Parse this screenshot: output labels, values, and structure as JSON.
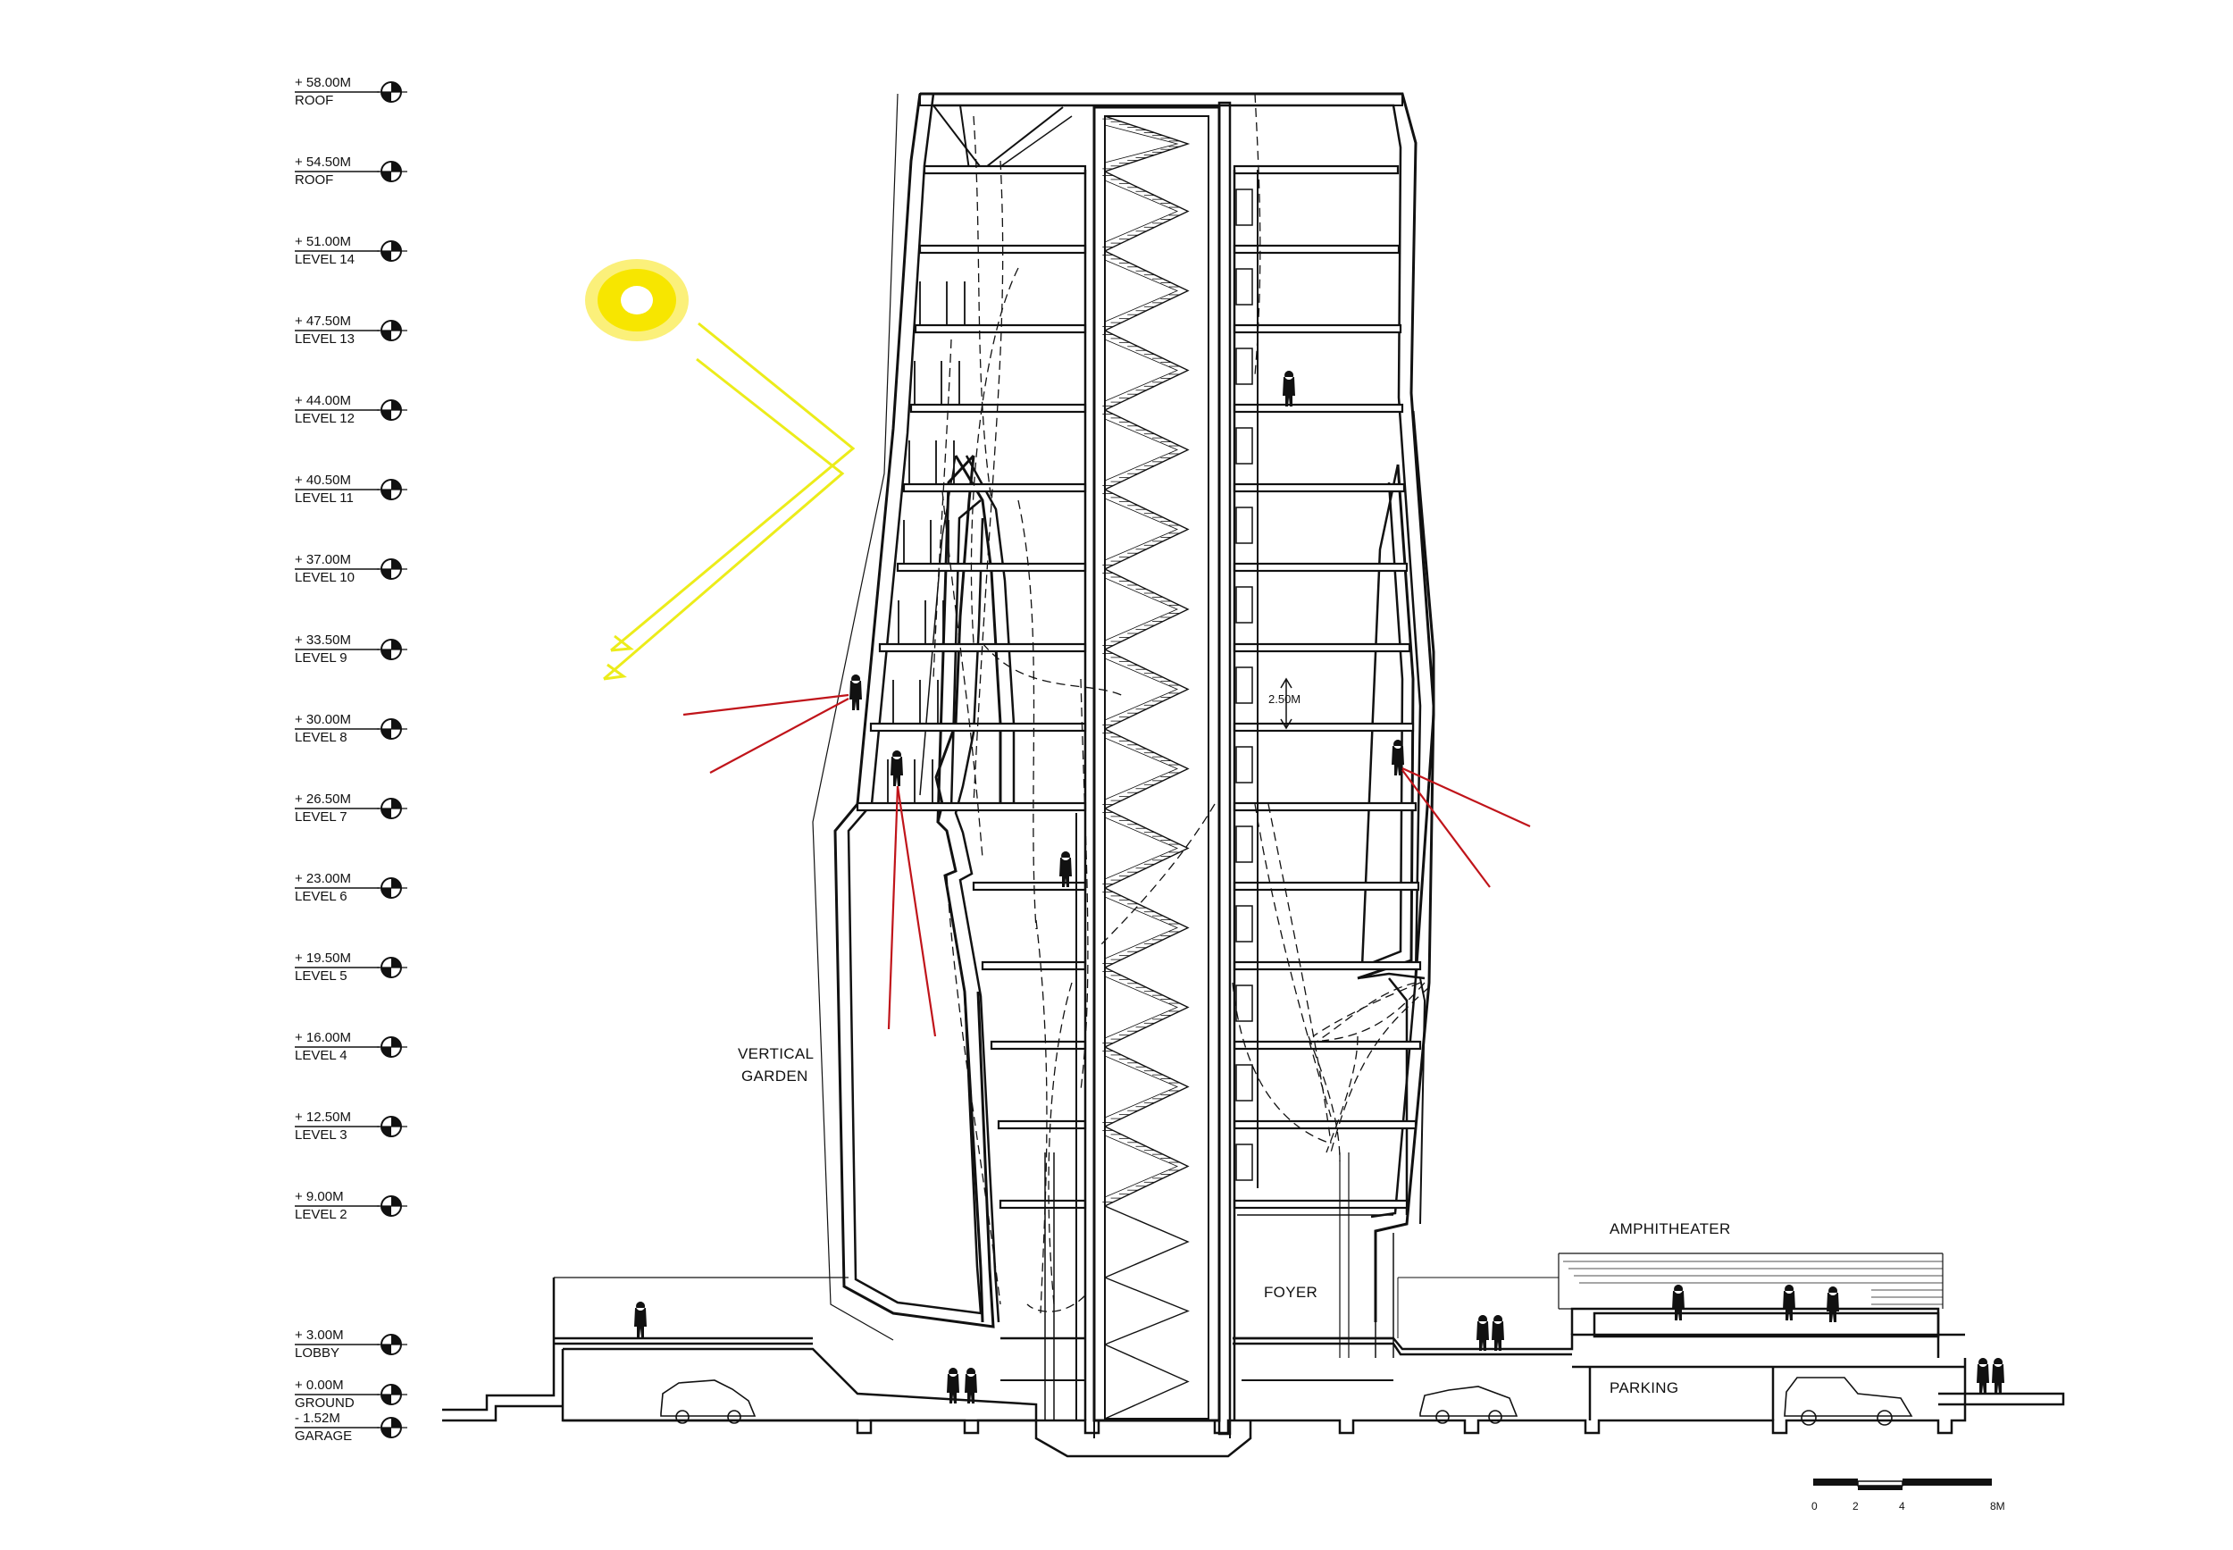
{
  "levels": [
    {
      "value": "+ 58.00M",
      "name": "ROOF"
    },
    {
      "value": "+ 54.50M",
      "name": "ROOF"
    },
    {
      "value": "+ 51.00M",
      "name": "LEVEL 14"
    },
    {
      "value": "+ 47.50M",
      "name": "LEVEL 13"
    },
    {
      "value": "+ 44.00M",
      "name": "LEVEL 12"
    },
    {
      "value": "+ 40.50M",
      "name": "LEVEL 11"
    },
    {
      "value": "+ 37.00M",
      "name": "LEVEL 10"
    },
    {
      "value": "+ 33.50M",
      "name": "LEVEL 9"
    },
    {
      "value": "+ 30.00M",
      "name": "LEVEL 8"
    },
    {
      "value": "+ 26.50M",
      "name": "LEVEL 7"
    },
    {
      "value": "+ 23.00M",
      "name": "LEVEL 6"
    },
    {
      "value": "+ 19.50M",
      "name": "LEVEL 5"
    },
    {
      "value": "+ 16.00M",
      "name": "LEVEL 4"
    },
    {
      "value": "+ 12.50M",
      "name": "LEVEL 3"
    },
    {
      "value": "+  9.00M",
      "name": "LEVEL 2"
    },
    {
      "value": "+  3.00M",
      "name": "LOBBY"
    },
    {
      "value": "+  0.00M",
      "name": "GROUND"
    },
    {
      "value": "-  1.52M",
      "name": "GARAGE"
    }
  ],
  "labels": {
    "vertical_garden_line1": "VERTICAL",
    "vertical_garden_line2": "GARDEN",
    "foyer": "FOYER",
    "amphitheater": "AMPHITHEATER",
    "parking": "PARKING",
    "floor_height": "2.50M"
  },
  "scale_bar": {
    "ticks": [
      "0",
      "2",
      "4",
      "8M"
    ]
  },
  "colors": {
    "line": "#111111",
    "sun": "#f7e600",
    "sun_ray": "#ecec1a",
    "sight_line": "#c0141a"
  }
}
